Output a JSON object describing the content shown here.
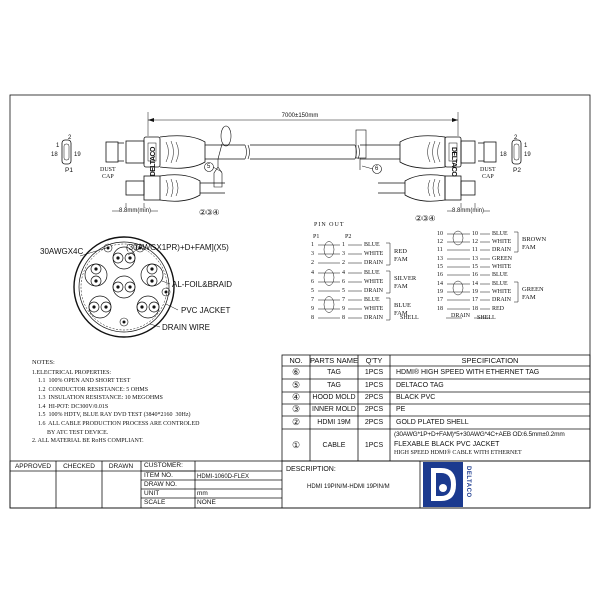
{
  "drawing": {
    "overall_length": "7000±150mm",
    "pin_dim_top": "8.8mm(min)",
    "pin_dim_bottom": "8.8mm(min)",
    "callout_refs_left": "②③④",
    "callout_refs_right": "②③④",
    "callout_5": "5",
    "callout_6": "6",
    "dust_cap_label": "DUST\nCAP",
    "dust_cap_label_right": "DUST\nCAP",
    "plug_label_left": "P1",
    "plug_label_right": "P2",
    "pin_num_2": "2",
    "pin_num_18": "18",
    "pin_num_19": "19",
    "pin_num_1": "1",
    "pin_num_2r": "2",
    "pin_num_18r": "18",
    "pin_num_19r": "19",
    "pin_num_1r": "1",
    "brand_mark": "DELTACO"
  },
  "cross_section": {
    "label_30awg": "30AWGX4C",
    "label_pairs": "(30AWGX1PR)+D+FAM](X5)",
    "label_foil": "AL-FOIL&BRAID",
    "label_jacket": "PVC JACKET",
    "label_drain": "DRAIN WIRE"
  },
  "pinout": {
    "title": "PIN OUT",
    "p1": "P1",
    "p2": "P2",
    "left_rows": [
      {
        "a": "1",
        "b": "1",
        "name": "BLUE"
      },
      {
        "a": "3",
        "b": "3",
        "name": "WHITE"
      },
      {
        "a": "2",
        "b": "2",
        "name": "DRAIN"
      },
      {
        "a": "4",
        "b": "4",
        "name": "BLUE"
      },
      {
        "a": "6",
        "b": "6",
        "name": "WHITE"
      },
      {
        "a": "5",
        "b": "5",
        "name": "DRAIN"
      },
      {
        "a": "7",
        "b": "7",
        "name": "BLUE"
      },
      {
        "a": "9",
        "b": "9",
        "name": "WHITE"
      },
      {
        "a": "8",
        "b": "8",
        "name": "DRAIN"
      }
    ],
    "left_groups": [
      "RED\nFAM",
      "SILVER\nFAM",
      "BLUE\nFAM"
    ],
    "right_rows": [
      {
        "a": "10",
        "b": "10",
        "name": "BLUE"
      },
      {
        "a": "12",
        "b": "12",
        "name": "WHITE"
      },
      {
        "a": "11",
        "b": "11",
        "name": "DRAIN"
      },
      {
        "a": "13",
        "b": "13",
        "name": "GREEN"
      },
      {
        "a": "15",
        "b": "15",
        "name": "WHITE"
      },
      {
        "a": "16",
        "b": "16",
        "name": "BLUE"
      },
      {
        "a": "14",
        "b": "14",
        "name": "BLUE"
      },
      {
        "a": "19",
        "b": "19",
        "name": "WHITE"
      },
      {
        "a": "17",
        "b": "17",
        "name": "DRAIN"
      },
      {
        "a": "18",
        "b": "18",
        "name": "RED"
      }
    ],
    "right_groups": [
      "BROWN\nFAM",
      "GREEN\nFAM"
    ],
    "shell_left": "SHELL",
    "shell_mid": "DRAIN",
    "shell_right": "SHELL"
  },
  "notes": {
    "title": "NOTES:",
    "lines": [
      "1.ELECTRICAL PROPERTIES:",
      "1.1  100% OPEN AND SHORT TEST",
      "1.2  CONDUCTOR RESISTANCE: 5 OHMS",
      "1.3  INSULATION RESISTANCE: 10 MEGOHMS",
      "1.4  HI-POT: DC300V/0.01S",
      "1.5  100% HDTV, BLUE RAY DVD TEST (3840*2160  30Hz)",
      "1.6  ALL CABLE PRODUCTION PROCESS ARE CONTROLED",
      "      BY ATC TEST DEVICE.",
      "2. ALL MATERIAL BE RoHS COMPLIANT."
    ]
  },
  "bom": {
    "headers": [
      "NO.",
      "PARTS NAME",
      "Q'TY",
      "SPECIFICATION"
    ],
    "rows": [
      {
        "no": "⑥",
        "part": "TAG",
        "qty": "1PCS",
        "spec": "HDMI® HIGH SPEED WITH ETHERNET TAG",
        "spec2": ""
      },
      {
        "no": "⑤",
        "part": "TAG",
        "qty": "1PCS",
        "spec": "DELTACO TAG",
        "spec2": ""
      },
      {
        "no": "④",
        "part": "HOOD MOLD",
        "qty": "2PCS",
        "spec": "BLACK PVC",
        "spec2": ""
      },
      {
        "no": "③",
        "part": "INNER MOLD",
        "qty": "2PCS",
        "spec": "PE",
        "spec2": ""
      },
      {
        "no": "②",
        "part": "HDMI 19M",
        "qty": "2PCS",
        "spec": "GOLD PLATED SHELL",
        "spec2": ""
      },
      {
        "no": "①",
        "part": "CABLE",
        "qty": "1PCS",
        "spec": "(30AWG*1P+D+FAM)*5+30AWG*4C+AEB  OD:6.5mm±0.2mm",
        "spec2": "FLEXABLE BLACK PVC JACKET",
        "spec3": "HIGH SPEED HDMI® CABLE WITH ETHERNET"
      }
    ]
  },
  "title_block": {
    "approved": "APPROVED",
    "checked": "CHECKED",
    "drawn": "DRAWN",
    "customer_label": "CUSTOMER:",
    "customer_value": "",
    "item_label": "ITEM NO.",
    "item_value": "HDMI-1060D-FLEX",
    "drawno_label": "DRAW NO.",
    "drawno_value": "",
    "unit_label": "UNIT",
    "unit_value": "mm",
    "scale_label": "SCALE",
    "scale_value": "NONE",
    "desc_label": "DESCRIPTION:",
    "desc_value": "HDMI 19PIN/M-HDMI 19PIN/M",
    "logo_text": "DELTACO"
  },
  "colors": {
    "ink": "#111111",
    "logo_blue": "#1b3a8f"
  }
}
